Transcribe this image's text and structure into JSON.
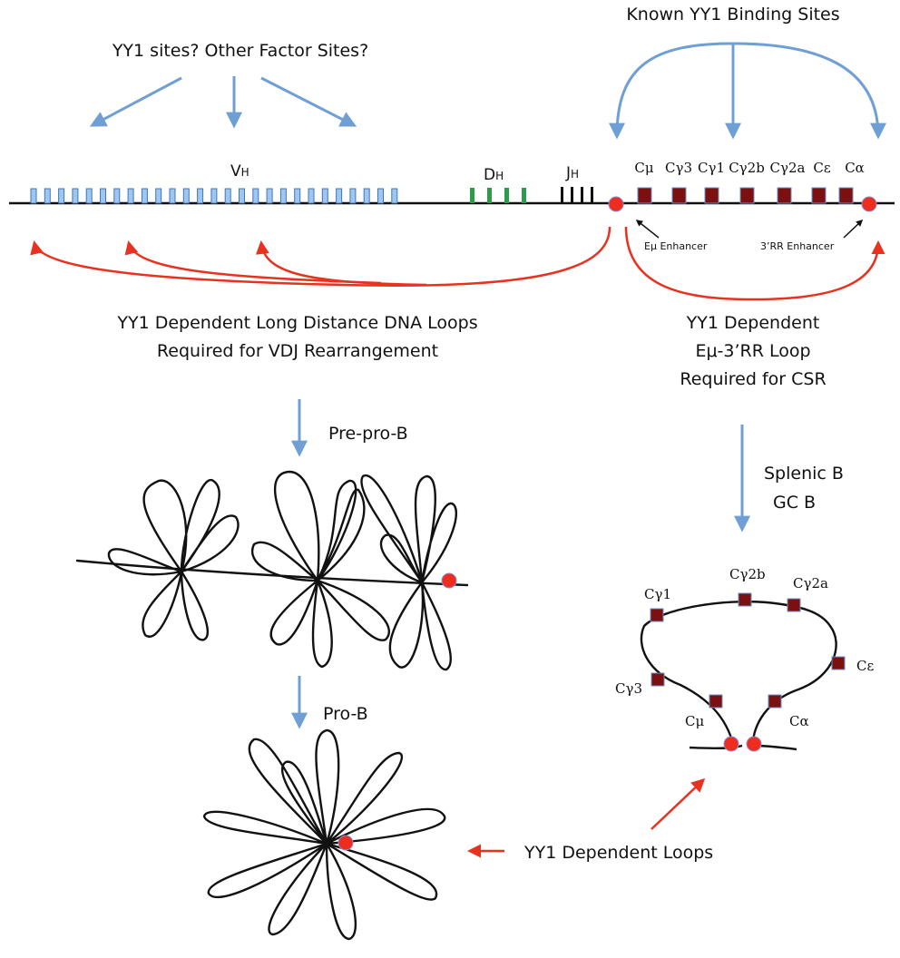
{
  "colors": {
    "blue_arrow": "#6f9fd4",
    "red_arrow": "#e8321f",
    "vh_segment_fill": "#9fc6ec",
    "vh_segment_stroke": "#3d77bf",
    "dh_segment": "#2e9b4a",
    "constant_region": "#7a1010",
    "constant_region_stroke": "#6a8fc8",
    "enhancer": "#ee2d1f",
    "dna": "#111111"
  },
  "top": {
    "question": "YY1 sites? Other Factor Sites?",
    "known_sites": "Known YY1 Binding Sites"
  },
  "locus": {
    "vh_label": "V",
    "vh_sub": "H",
    "dh_label": "D",
    "dh_sub": "H",
    "jh_label": "J",
    "jh_sub": "H",
    "constants": [
      "Cμ",
      "Cγ3",
      "Cγ1",
      "Cγ2b",
      "Cγ2a",
      "Cε",
      "Cα"
    ],
    "vh_segment_count": 27,
    "dh_segment_count": 4,
    "jh_segment_count": 4,
    "emu_enhancer": "Eμ Enhancer",
    "rr_enhancer": "3’RR Enhancer"
  },
  "left_caption": {
    "line1": "YY1 Dependent Long Distance DNA Loops",
    "line2": "Required for VDJ Rearrangement"
  },
  "right_caption": {
    "line1": "YY1 Dependent",
    "line2": "Eμ-3’RR Loop",
    "line3": "Required for CSR"
  },
  "stages": {
    "pre_pro_b": "Pre-pro-B",
    "pro_b": "Pro-B",
    "splenic_b": "Splenic B",
    "gc_b": "GC B"
  },
  "csr_loop": {
    "labels": [
      "Cγ1",
      "Cγ2b",
      "Cγ2a",
      "Cε",
      "Cγ3",
      "Cμ",
      "Cα"
    ]
  },
  "bottom_label": "YY1 Dependent Loops"
}
